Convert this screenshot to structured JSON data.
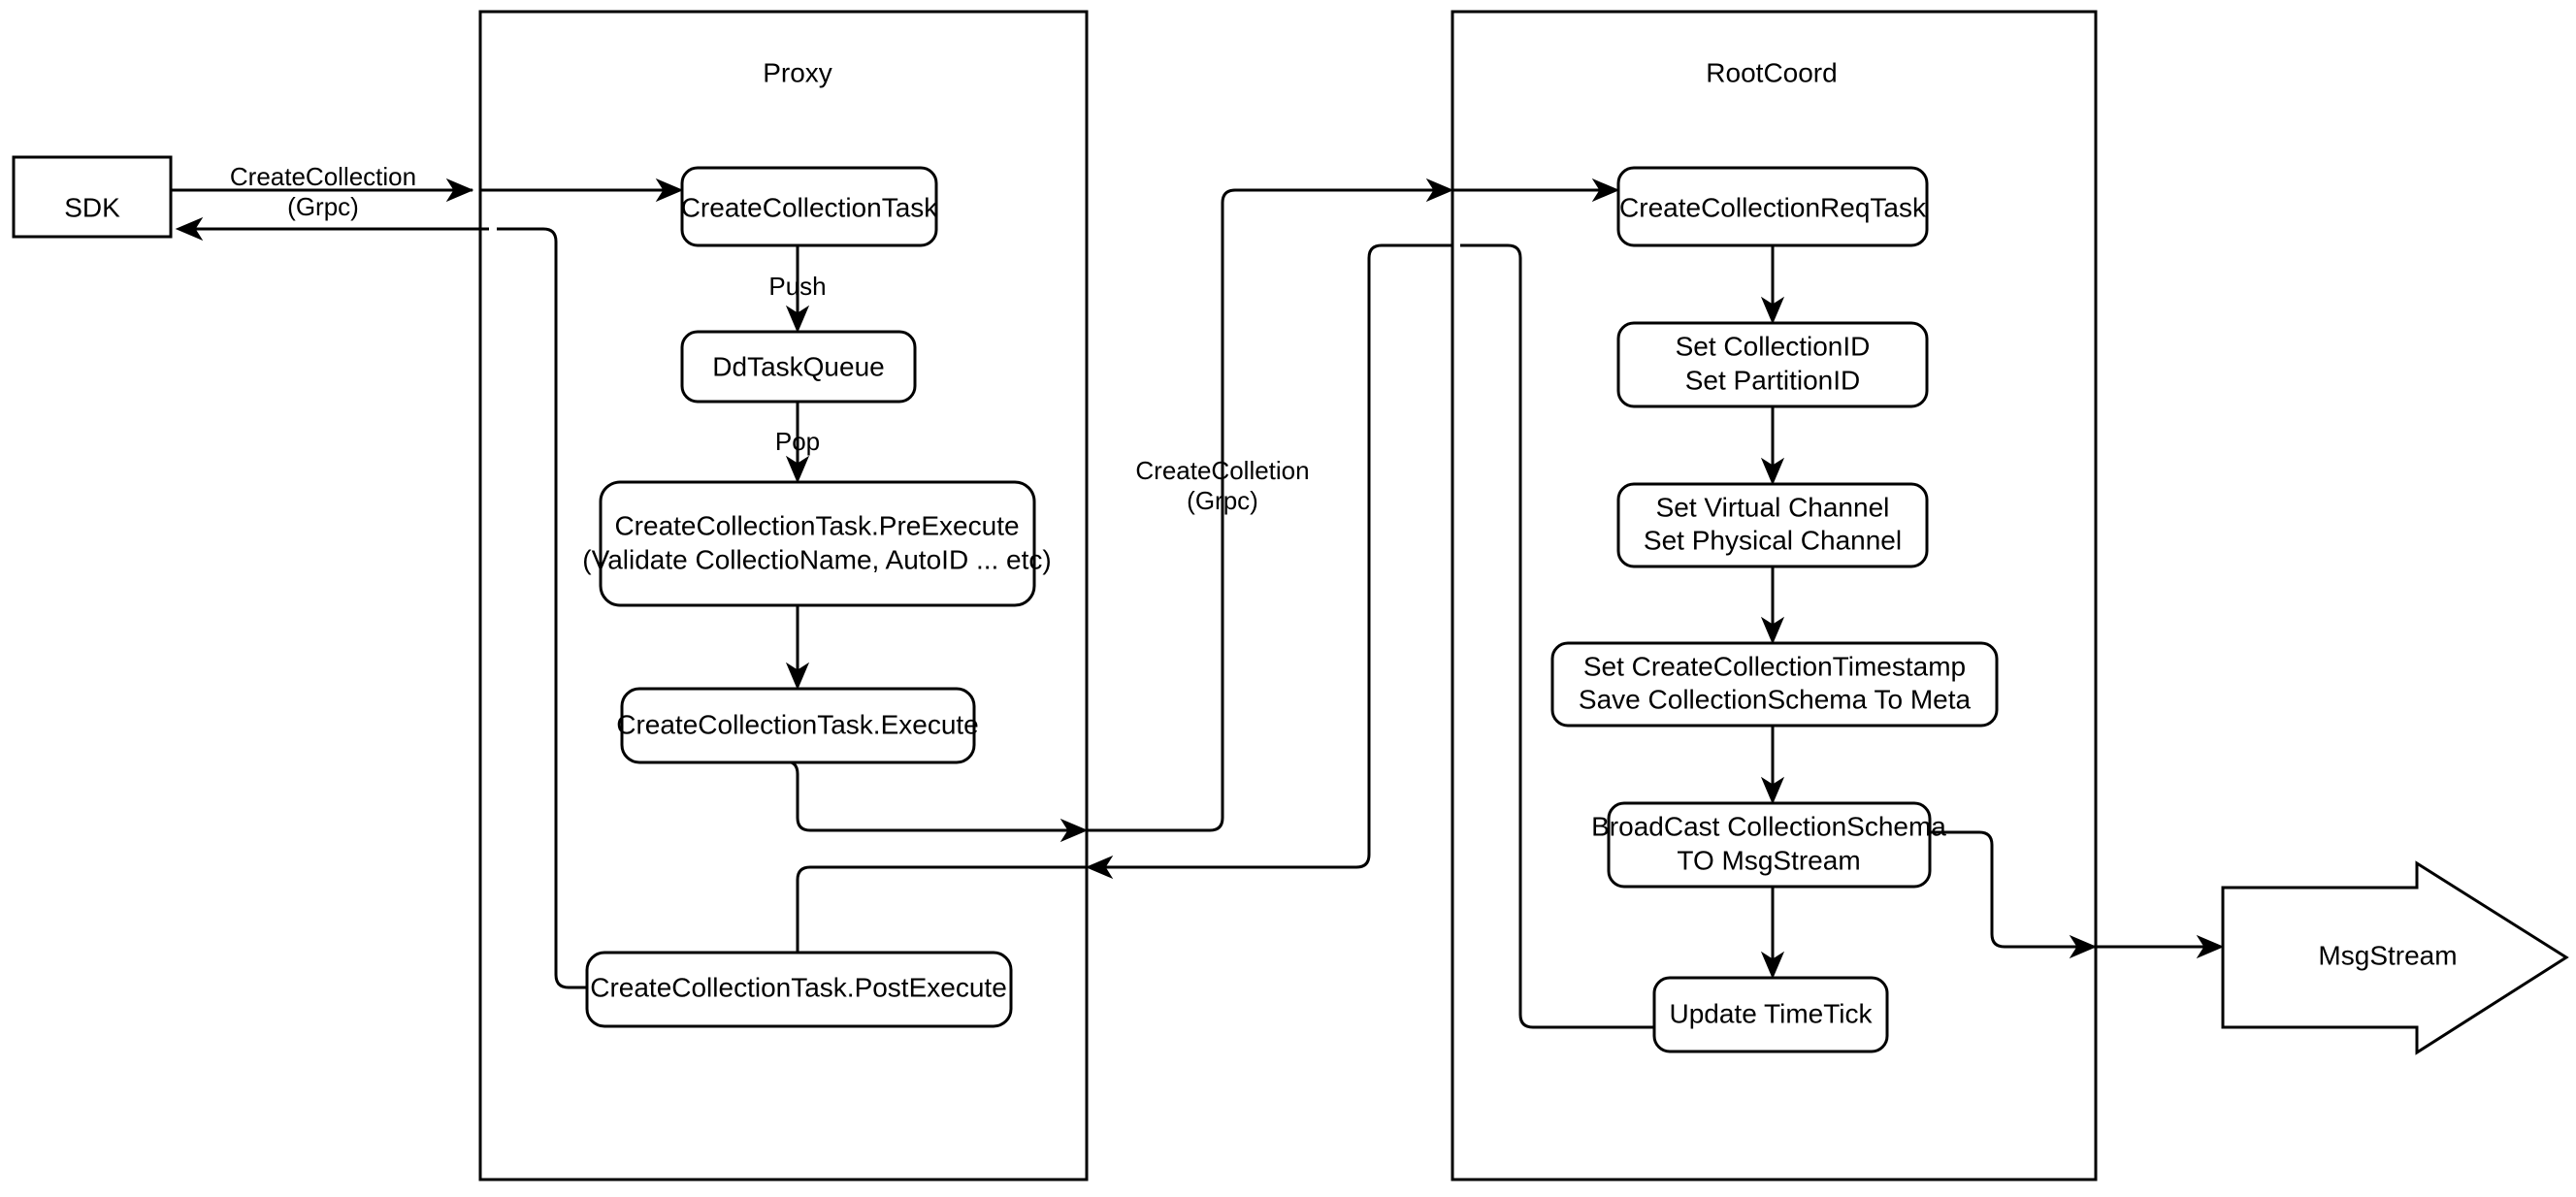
{
  "diagram": {
    "title_hidden": "Milvus CreateCollection flow",
    "background_color": "#ffffff",
    "stroke_color": "#000000",
    "fill_color": "#ffffff"
  },
  "containers": [
    {
      "id": "proxy",
      "title": "Proxy"
    },
    {
      "id": "rootcoord",
      "title": "RootCoord"
    }
  ],
  "nodes": {
    "sdk": {
      "label": "SDK",
      "shape": "rect"
    },
    "create_collection_task": {
      "label": "CreateCollectionTask",
      "shape": "rounded-rect"
    },
    "dd_task_queue": {
      "label": "DdTaskQueue",
      "shape": "rounded-rect"
    },
    "pre_execute": {
      "line1": "CreateCollectionTask.PreExecute",
      "line2": "(Validate CollectioName, AutoID ... etc)",
      "shape": "rounded-rect"
    },
    "execute": {
      "label": "CreateCollectionTask.Execute",
      "shape": "rounded-rect"
    },
    "post_execute": {
      "label": "CreateCollectionTask.PostExecute",
      "shape": "rounded-rect"
    },
    "create_collection_req_task": {
      "label": "CreateCollectionReqTask",
      "shape": "rounded-rect"
    },
    "set_ids": {
      "line1": "Set CollectionID",
      "line2": "Set PartitionID",
      "shape": "rounded-rect"
    },
    "set_channels": {
      "line1": "Set Virtual Channel",
      "line2": "Set Physical Channel",
      "shape": "rounded-rect"
    },
    "set_timestamp": {
      "line1": "Set CreateCollectionTimestamp",
      "line2": "Save CollectionSchema To Meta",
      "shape": "rounded-rect"
    },
    "broadcast": {
      "line1": "BroadCast CollectionSchema",
      "line2": "TO MsgStream",
      "shape": "rounded-rect"
    },
    "update_timetick": {
      "label": "Update TimeTick",
      "shape": "rounded-rect"
    },
    "msgstream": {
      "label": "MsgStream",
      "shape": "block-arrow"
    }
  },
  "edge_labels": {
    "sdk_to_proxy_line1": "CreateCollection",
    "sdk_to_proxy_line2": "(Grpc)",
    "push": "Push",
    "pop": "Pop",
    "proxy_to_rootcoord_line1": "CreateColletion",
    "proxy_to_rootcoord_line2": "(Grpc)"
  }
}
